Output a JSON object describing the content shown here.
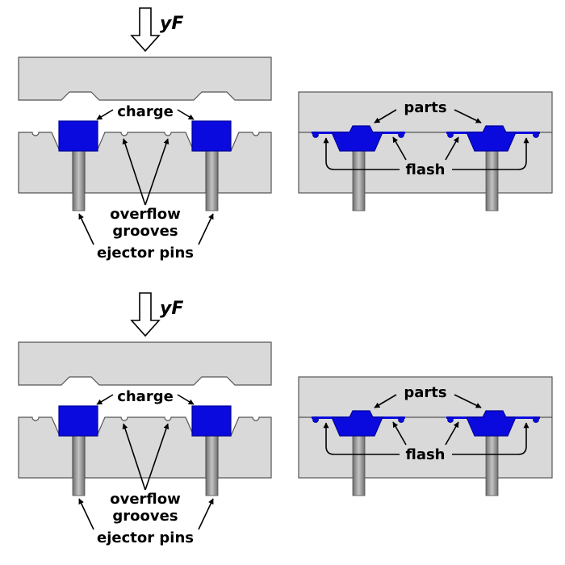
{
  "colors": {
    "mold_fill": "#d9d9d9",
    "mold_stroke": "#555555",
    "charge_fill": "#0a0adf",
    "charge_stroke": "#00009a",
    "pin_dark": "#6e6e6e",
    "pin_light": "#bdbdbd",
    "arrow": "#000000"
  },
  "panels": [
    {
      "open_mold": {
        "force_label": "yF",
        "charge_label": "charge",
        "overflow_label_line1": "overflow",
        "overflow_label_line2": "grooves",
        "ejector_label": "ejector pins"
      },
      "closed_mold": {
        "parts_label": "parts",
        "flash_label": "flash"
      }
    },
    {
      "open_mold": {
        "force_label": "yF",
        "charge_label": "charge",
        "overflow_label_line1": "overflow",
        "overflow_label_line2": "grooves",
        "ejector_label": "ejector pins"
      },
      "closed_mold": {
        "parts_label": "parts",
        "flash_label": "flash"
      }
    }
  ]
}
